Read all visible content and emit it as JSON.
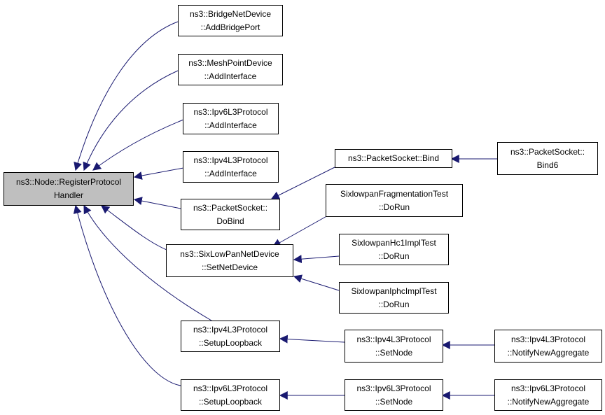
{
  "colors": {
    "edge": "#191970",
    "root_fill": "#bfbfbf",
    "node_fill": "#ffffff",
    "border": "#000000"
  },
  "nodes": {
    "root": {
      "line1": "ns3::Node::RegisterProtocol",
      "line2": "Handler"
    },
    "bridge_add_port": {
      "line1": "ns3::BridgeNetDevice",
      "line2": "::AddBridgePort"
    },
    "meshpoint_add_interface": {
      "line1": "ns3::MeshPointDevice",
      "line2": "::AddInterface"
    },
    "ipv6l3_add_interface": {
      "line1": "ns3::Ipv6L3Protocol",
      "line2": "::AddInterface"
    },
    "ipv4l3_add_interface": {
      "line1": "ns3::Ipv4L3Protocol",
      "line2": "::AddInterface"
    },
    "packetsocket_dobind": {
      "line1": "ns3::PacketSocket::",
      "line2": "DoBind"
    },
    "sixlowpan_set_netdevice": {
      "line1": "ns3::SixLowPanNetDevice",
      "line2": "::SetNetDevice"
    },
    "ipv4l3_setup_loopback": {
      "line1": "ns3::Ipv4L3Protocol",
      "line2": "::SetupLoopback"
    },
    "ipv6l3_setup_loopback": {
      "line1": "ns3::Ipv6L3Protocol",
      "line2": "::SetupLoopback"
    },
    "packetsocket_bind": {
      "line1": "ns3::PacketSocket::Bind"
    },
    "packetsocket_bind6": {
      "line1": "ns3::PacketSocket::",
      "line2": "Bind6"
    },
    "sixlowpan_frag_test": {
      "line1": "SixlowpanFragmentationTest",
      "line2": "::DoRun"
    },
    "sixlowpan_hc1_test": {
      "line1": "SixlowpanHc1ImplTest",
      "line2": "::DoRun"
    },
    "sixlowpan_iphc_test": {
      "line1": "SixlowpanIphcImplTest",
      "line2": "::DoRun"
    },
    "ipv4l3_set_node": {
      "line1": "ns3::Ipv4L3Protocol",
      "line2": "::SetNode"
    },
    "ipv6l3_set_node": {
      "line1": "ns3::Ipv6L3Protocol",
      "line2": "::SetNode"
    },
    "ipv4l3_notify": {
      "line1": "ns3::Ipv4L3Protocol",
      "line2": "::NotifyNewAggregate"
    },
    "ipv6l3_notify": {
      "line1": "ns3::Ipv6L3Protocol",
      "line2": "::NotifyNewAggregate"
    }
  }
}
